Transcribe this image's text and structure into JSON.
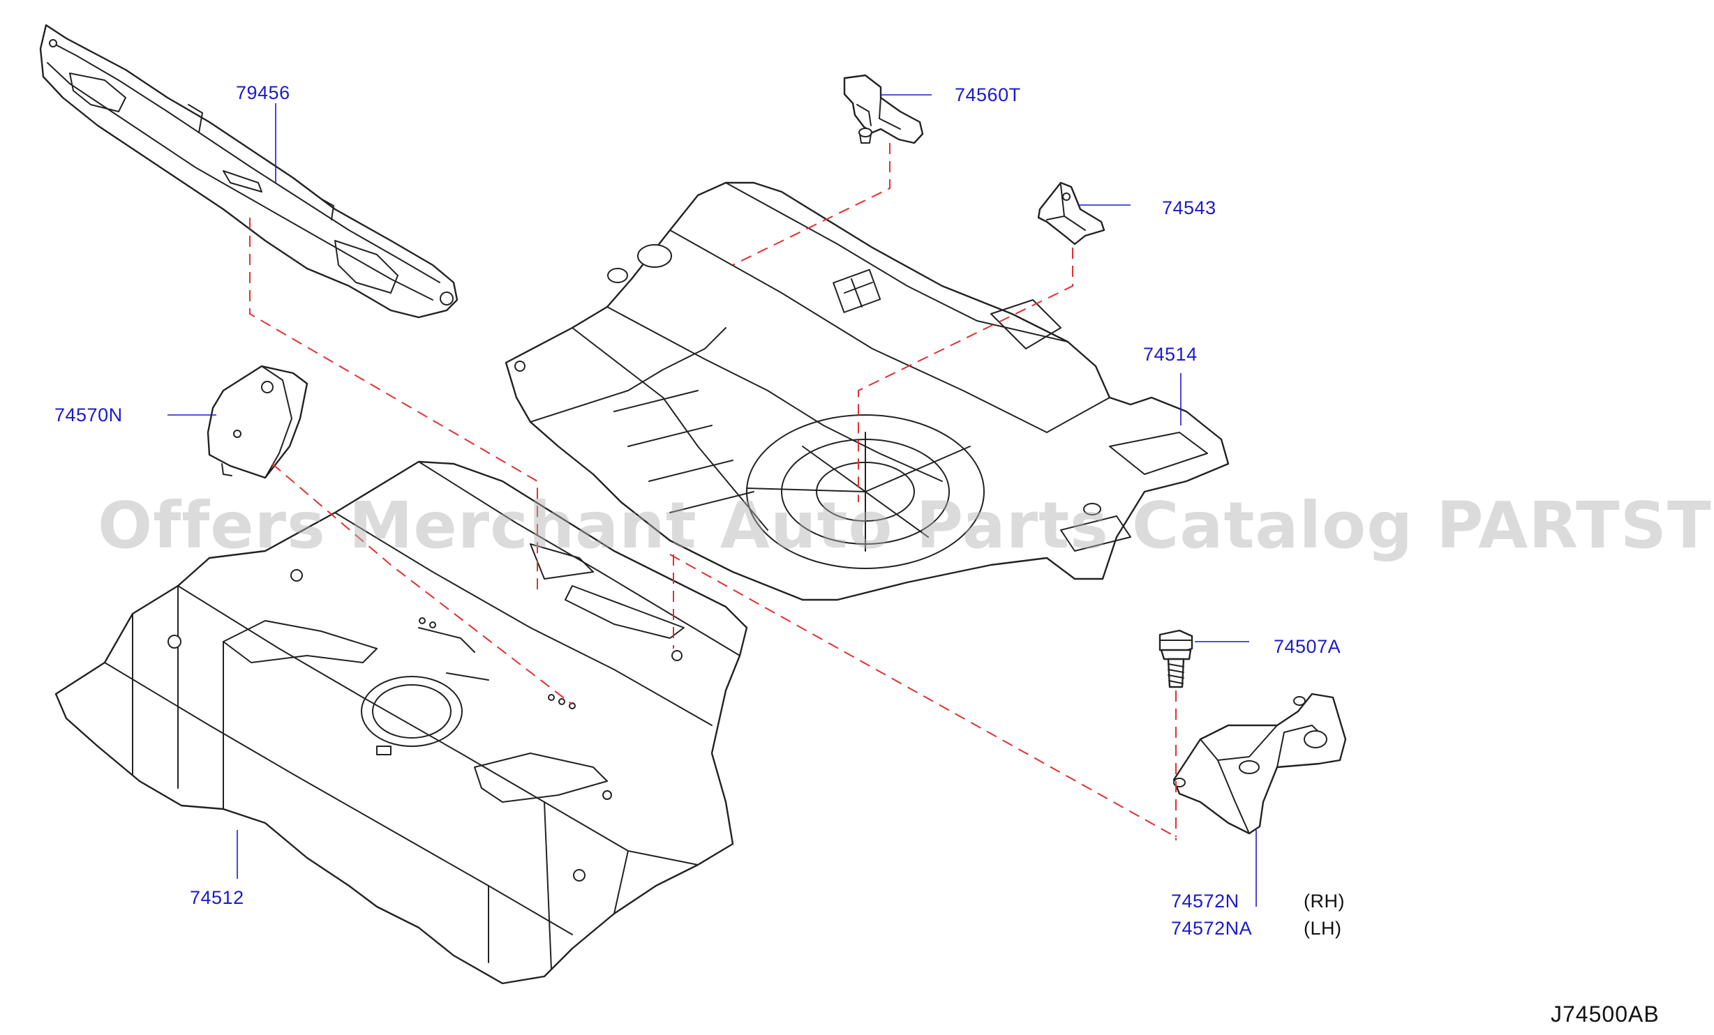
{
  "watermark": "Offers Merchant Auto Parts Catalog PARTSTORE.SA",
  "diagram_code": "J74500AB",
  "colors": {
    "part_label": "#1a1acc",
    "leader_line": "#1a1acc",
    "dashed_guide": "#e03030",
    "line_art": "#222222"
  },
  "parts": {
    "p79456": "79456",
    "p74560T": "74560T",
    "p74543": "74543",
    "p74514": "74514",
    "p74570N": "74570N",
    "p74507A": "74507A",
    "p74512": "74512",
    "p74572N": "74572N",
    "p74572NA": "74572NA"
  },
  "sides": {
    "rh": "(RH)",
    "lh": "(LH)"
  }
}
